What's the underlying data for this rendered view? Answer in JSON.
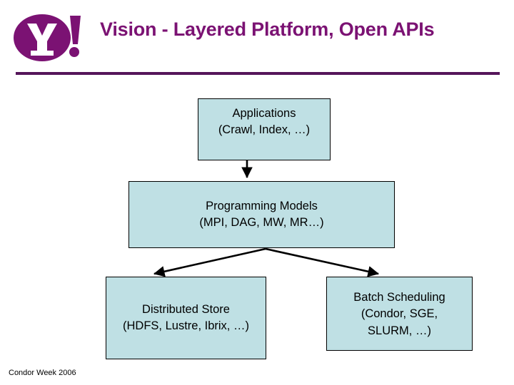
{
  "slide": {
    "brand_color": "#7B1273",
    "rule_color": "#55155A",
    "box_fill": "#bfe0e4",
    "box_border": "#000000",
    "title": "Vision - Layered Platform, Open APIs",
    "logo_alt": "Yahoo!",
    "footer": "Condor Week 2006"
  },
  "diagram": {
    "boxes": [
      {
        "id": "applications",
        "line1": "Applications",
        "line2": "(Crawl, Index, …)",
        "text": "Applications\n(Crawl, Index, …)"
      },
      {
        "id": "programming-models",
        "line1": "Programming Models",
        "line2": "(MPI, DAG, MW, MR…)",
        "text": "Programming Models\n(MPI, DAG, MW, MR…)"
      },
      {
        "id": "distributed-store",
        "line1": "Distributed Store",
        "line2": "(HDFS, Lustre, Ibrix, …)",
        "text": "Distributed Store\n(HDFS, Lustre, Ibrix, …)"
      },
      {
        "id": "batch-scheduling",
        "line1": "Batch Scheduling",
        "line2": "(Condor, SGE,",
        "line3": "SLURM, …)",
        "text": "Batch Scheduling\n(Condor, SGE,\nSLURM, …)"
      }
    ],
    "arrows": [
      {
        "id": "applications-to-programming-models",
        "from": "applications",
        "to": "programming-models"
      },
      {
        "id": "programming-models-to-distributed-store",
        "from": "programming-models",
        "to": "distributed-store"
      },
      {
        "id": "programming-models-to-batch-scheduling",
        "from": "programming-models",
        "to": "batch-scheduling"
      }
    ]
  }
}
